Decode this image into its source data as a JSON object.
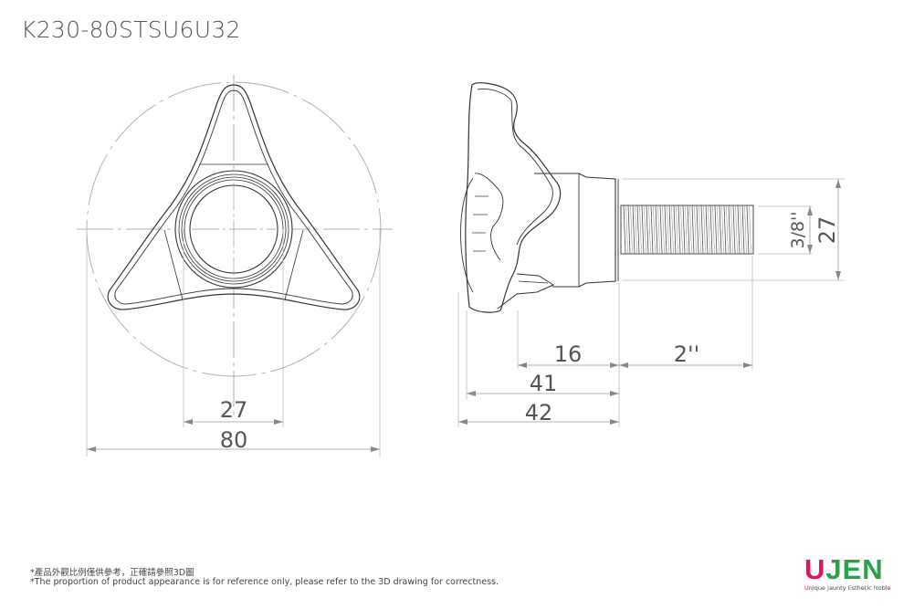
{
  "title": "K230-80STSU6U32",
  "front_view": {
    "dimensions": {
      "hub_diameter": "27",
      "overall_diameter": "80"
    }
  },
  "side_view": {
    "dimensions": {
      "head_height": "16",
      "thread_length": "2''",
      "length_41": "41",
      "overall_length": "42",
      "thread_size": "3/8''",
      "shoulder_diameter": "27"
    }
  },
  "notes": {
    "chinese": "*產品外觀比例僅供參考，正確請參照3D圖",
    "english": "*The proportion of product appearance is for reference only, please refer to the 3D drawing for correctness."
  },
  "logo": {
    "first_letter": "U",
    "rest": "JEN",
    "tagline_parts": [
      "U",
      "nique ",
      "J",
      "aunty ",
      "E",
      "sthetic ",
      "N",
      "oble"
    ]
  },
  "colors": {
    "line": "#333333",
    "dim": "#999999",
    "text": "#555555",
    "brand_red": "#e0155d",
    "brand_green": "#2aa24a"
  }
}
